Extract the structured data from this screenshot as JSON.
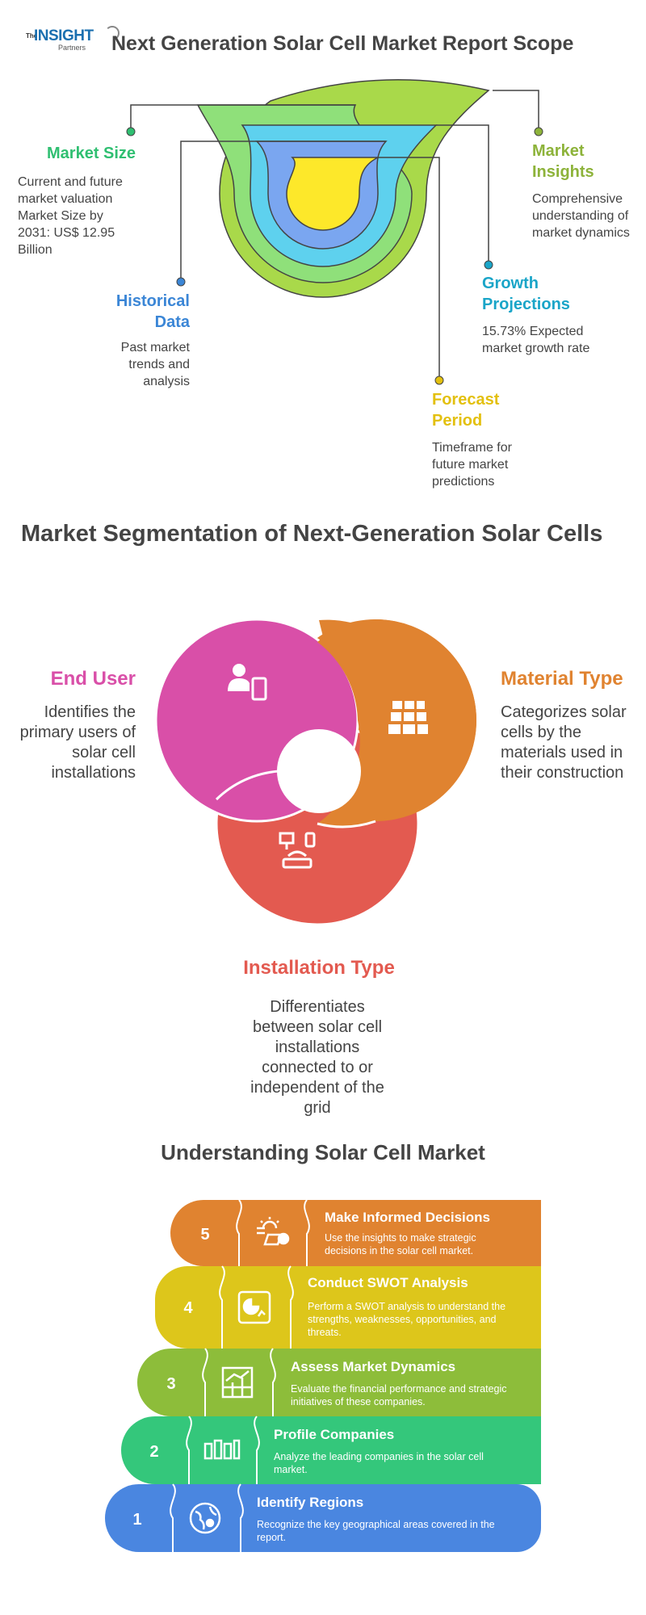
{
  "logo": {
    "the": "The",
    "main": "INSIGHT",
    "sub": "Partners"
  },
  "scope": {
    "title": "Next Generation Solar Cell Market Report Scope",
    "market_size": {
      "title": "Market Size",
      "desc": "Current and future market valuation Market Size by 2031: US$ 12.95 Billion",
      "color": "#2fbf71"
    },
    "historical": {
      "title": "Historical Data",
      "desc": "Past market trends and analysis",
      "color": "#3b86d6"
    },
    "insights": {
      "title": "Market Insights",
      "desc": "Comprehensive understanding of market dynamics",
      "color": "#8db33a"
    },
    "growth": {
      "title": "Growth Projections",
      "desc": "15.73% Expected market growth rate",
      "color": "#1aa5c8"
    },
    "forecast": {
      "title": "Forecast Period",
      "desc": "Timeframe for future market predictions",
      "color": "#e3c00f"
    }
  },
  "segmentation": {
    "title": "Market Segmentation of Next-Generation Solar Cells",
    "end_user": {
      "title": "End User",
      "desc": "Identifies the primary users of solar cell installations",
      "color": "#d94fa8",
      "icon": "user-device-icon"
    },
    "material": {
      "title": "Material Type",
      "desc": "Categorizes solar cells by the materials used in their construction",
      "color": "#e08330",
      "icon": "solar-panel-icon"
    },
    "installation": {
      "title": "Installation Type",
      "desc": "Differentiates between solar cell installations connected to or independent of the grid",
      "color": "#e35a50",
      "icon": "network-icon"
    }
  },
  "steps": {
    "title": "Understanding Solar Cell Market",
    "items": [
      {
        "num": "5",
        "title": "Make Informed Decisions",
        "desc1": "Use the insights to make strategic",
        "desc2": "decisions in the solar cell market.",
        "desc3": "",
        "color": "#e08330",
        "icon": "sun-chart-icon"
      },
      {
        "num": "4",
        "title": "Conduct SWOT Analysis",
        "desc1": "Perform a SWOT analysis to understand the",
        "desc2": "strengths, weaknesses, opportunities, and",
        "desc3": "threats.",
        "color": "#ddc61b",
        "icon": "pie-report-icon"
      },
      {
        "num": "3",
        "title": "Assess Market Dynamics",
        "desc1": "Evaluate the financial performance and strategic",
        "desc2": "initiatives of these companies.",
        "desc3": "",
        "color": "#8dbd3a",
        "icon": "growth-chart-icon"
      },
      {
        "num": "2",
        "title": "Profile Companies",
        "desc1": "Analyze the leading companies in the solar cell",
        "desc2": "market.",
        "desc3": "",
        "color": "#34c77b",
        "icon": "buildings-icon"
      },
      {
        "num": "1",
        "title": "Identify Regions",
        "desc1": "Recognize the key geographical areas covered in the",
        "desc2": "report.",
        "desc3": "",
        "color": "#4a86e0",
        "icon": "globe-icon"
      }
    ]
  }
}
